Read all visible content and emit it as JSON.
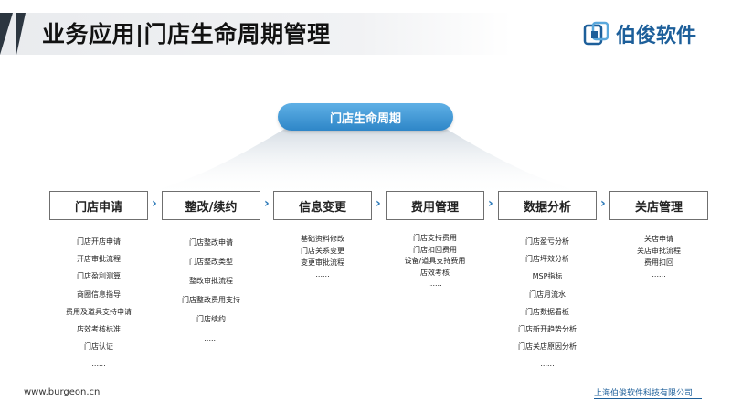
{
  "header": {
    "title": "业务应用|门店生命周期管理",
    "brand_name": "伯俊软件",
    "brand_icon": "brand-logo-icon"
  },
  "diagram": {
    "root_label": "门店生命周期",
    "accent_color": "#2e86c8",
    "stages": [
      {
        "label": "门店申请",
        "items": [
          "门店开店申请",
          "开店审批流程",
          "门店盈利测算",
          "商圈信息指导",
          "费用及道具支持申请",
          "店效考核标准",
          "门店认证",
          "......"
        ]
      },
      {
        "label": "整改/续约",
        "items": [
          "门店整改申请",
          "门店整改类型",
          "整改审批流程",
          "门店整改费用支持",
          "门店续约",
          "......"
        ]
      },
      {
        "label": "信息变更",
        "items": [
          "基础资料修改",
          "门店关系变更",
          "变更审批流程",
          "......"
        ]
      },
      {
        "label": "费用管理",
        "items": [
          "门店支持费用",
          "门店扣回费用",
          "设备/道具支持费用",
          "店效考核",
          "......"
        ]
      },
      {
        "label": "数据分析",
        "items": [
          "门店盈亏分析",
          "门店坪效分析",
          "MSP指标",
          "门店月流水",
          "门店数据看板",
          "门店新开趋势分析",
          "门店关店原因分析",
          "......"
        ]
      },
      {
        "label": "关店管理",
        "items": [
          "关店申请",
          "关店审批流程",
          "费用扣回",
          "......"
        ]
      }
    ]
  },
  "footer": {
    "website": "www.burgeon.cn",
    "company": "上海伯俊软件科技有限公司"
  }
}
